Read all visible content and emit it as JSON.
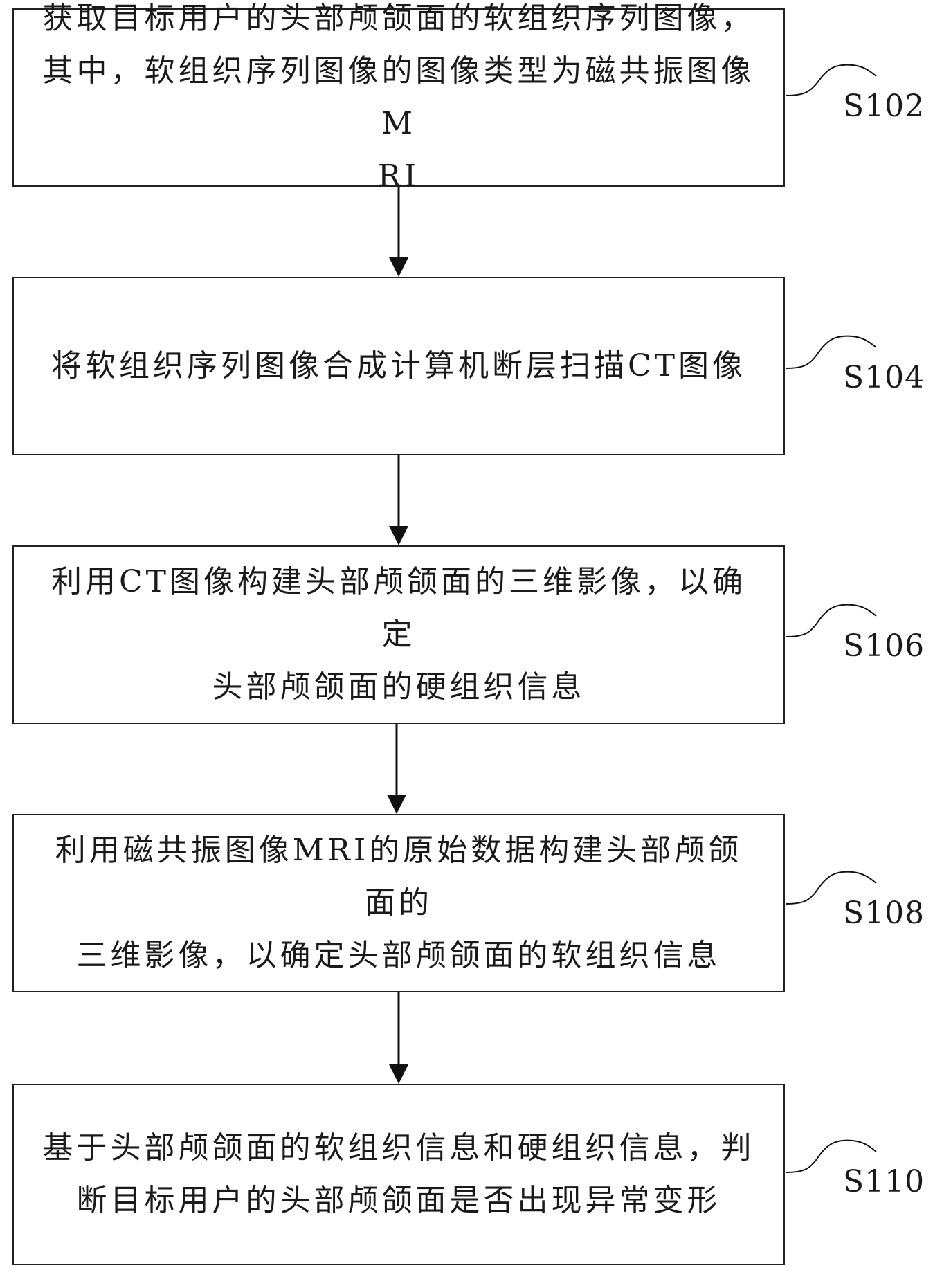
{
  "steps": [
    {
      "id": "S102",
      "text": "获取目标用户的头部颅颌面的软组织序列图像，\n其中，软组织序列图像的图像类型为磁共振图像M\nRI"
    },
    {
      "id": "S104",
      "text": "将软组织序列图像合成计算机断层扫描CT图像"
    },
    {
      "id": "S106",
      "text": "利用CT图像构建头部颅颌面的三维影像，以确定\n头部颅颌面的硬组织信息"
    },
    {
      "id": "S108",
      "text": "利用磁共振图像MRI的原始数据构建头部颅颌面的\n三维影像，以确定头部颅颌面的软组织信息"
    },
    {
      "id": "S110",
      "text": "基于头部颅颌面的软组织信息和硬组织信息，判\n断目标用户的头部颅颌面是否出现异常变形"
    }
  ]
}
